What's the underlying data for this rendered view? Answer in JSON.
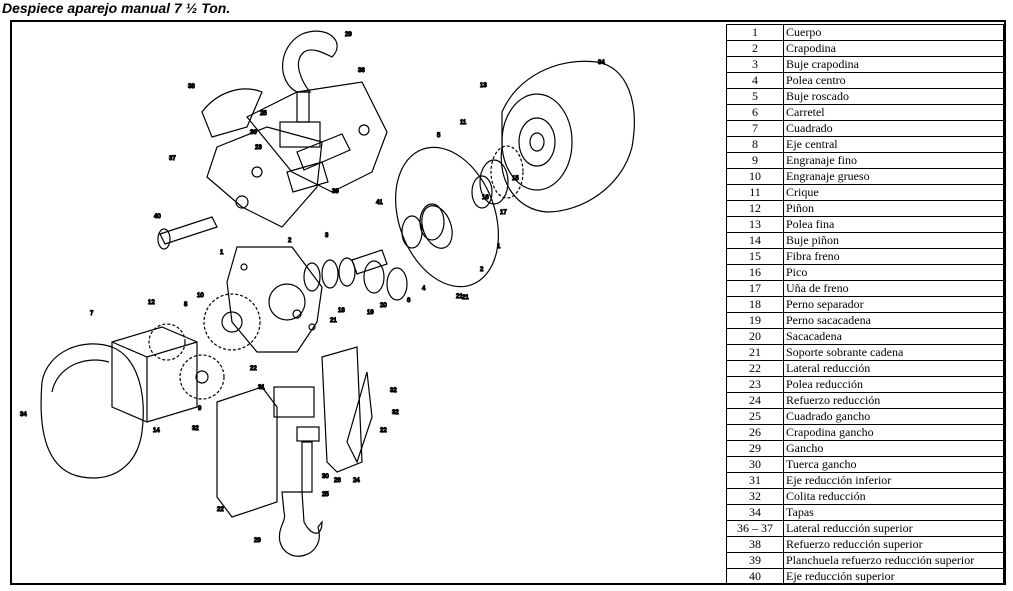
{
  "title": "Despiece aparejo manual 7 ½ Ton.",
  "parts": [
    {
      "num": "1",
      "desc": "Cuerpo"
    },
    {
      "num": "2",
      "desc": "Crapodina"
    },
    {
      "num": "3",
      "desc": "Buje crapodina"
    },
    {
      "num": "4",
      "desc": "Polea centro"
    },
    {
      "num": "5",
      "desc": "Buje roscado"
    },
    {
      "num": "6",
      "desc": "Carretel"
    },
    {
      "num": "7",
      "desc": "Cuadrado"
    },
    {
      "num": "8",
      "desc": "Eje central"
    },
    {
      "num": "9",
      "desc": "Engranaje fino"
    },
    {
      "num": "10",
      "desc": "Engranaje grueso"
    },
    {
      "num": "11",
      "desc": "Crique"
    },
    {
      "num": "12",
      "desc": "Piñon"
    },
    {
      "num": "13",
      "desc": "Polea fina"
    },
    {
      "num": "14",
      "desc": "Buje piñon"
    },
    {
      "num": "15",
      "desc": "Fibra freno"
    },
    {
      "num": "16",
      "desc": "Pico"
    },
    {
      "num": "17",
      "desc": "Uña de freno"
    },
    {
      "num": "18",
      "desc": "Perno separador"
    },
    {
      "num": "19",
      "desc": "Perno sacacadena"
    },
    {
      "num": "20",
      "desc": "Sacacadena"
    },
    {
      "num": "21",
      "desc": "Soporte sobrante cadena"
    },
    {
      "num": "22",
      "desc": "Lateral reducción"
    },
    {
      "num": "23",
      "desc": "Polea reducción"
    },
    {
      "num": "24",
      "desc": "Refuerzo reducción"
    },
    {
      "num": "25",
      "desc": "Cuadrado gancho"
    },
    {
      "num": "26",
      "desc": "Crapodina gancho"
    },
    {
      "num": "29",
      "desc": "Gancho"
    },
    {
      "num": "30",
      "desc": "Tuerca gancho"
    },
    {
      "num": "31",
      "desc": "Eje reducción inferior"
    },
    {
      "num": "32",
      "desc": "Colita reducción"
    },
    {
      "num": "34",
      "desc": "Tapas"
    },
    {
      "num": "36 – 37",
      "desc": "Lateral reducción superior"
    },
    {
      "num": "38",
      "desc": "Refuerzo reducción superior"
    },
    {
      "num": "39",
      "desc": "Planchuela refuerzo reducción superior"
    },
    {
      "num": "40",
      "desc": "Eje reducción superior"
    }
  ],
  "drawing": {
    "callouts": [
      "29",
      "36",
      "38",
      "25",
      "30",
      "23",
      "37",
      "39",
      "41",
      "40",
      "1",
      "2",
      "3",
      "10",
      "18",
      "20",
      "19",
      "6",
      "4",
      "21",
      "5",
      "11",
      "13",
      "34",
      "15",
      "16",
      "17",
      "12",
      "8",
      "7",
      "9",
      "14",
      "22",
      "31",
      "32",
      "26",
      "24",
      "30",
      "25",
      "22",
      "22",
      "29",
      "32",
      "1",
      "2",
      "21",
      "21",
      "32",
      "34"
    ]
  }
}
